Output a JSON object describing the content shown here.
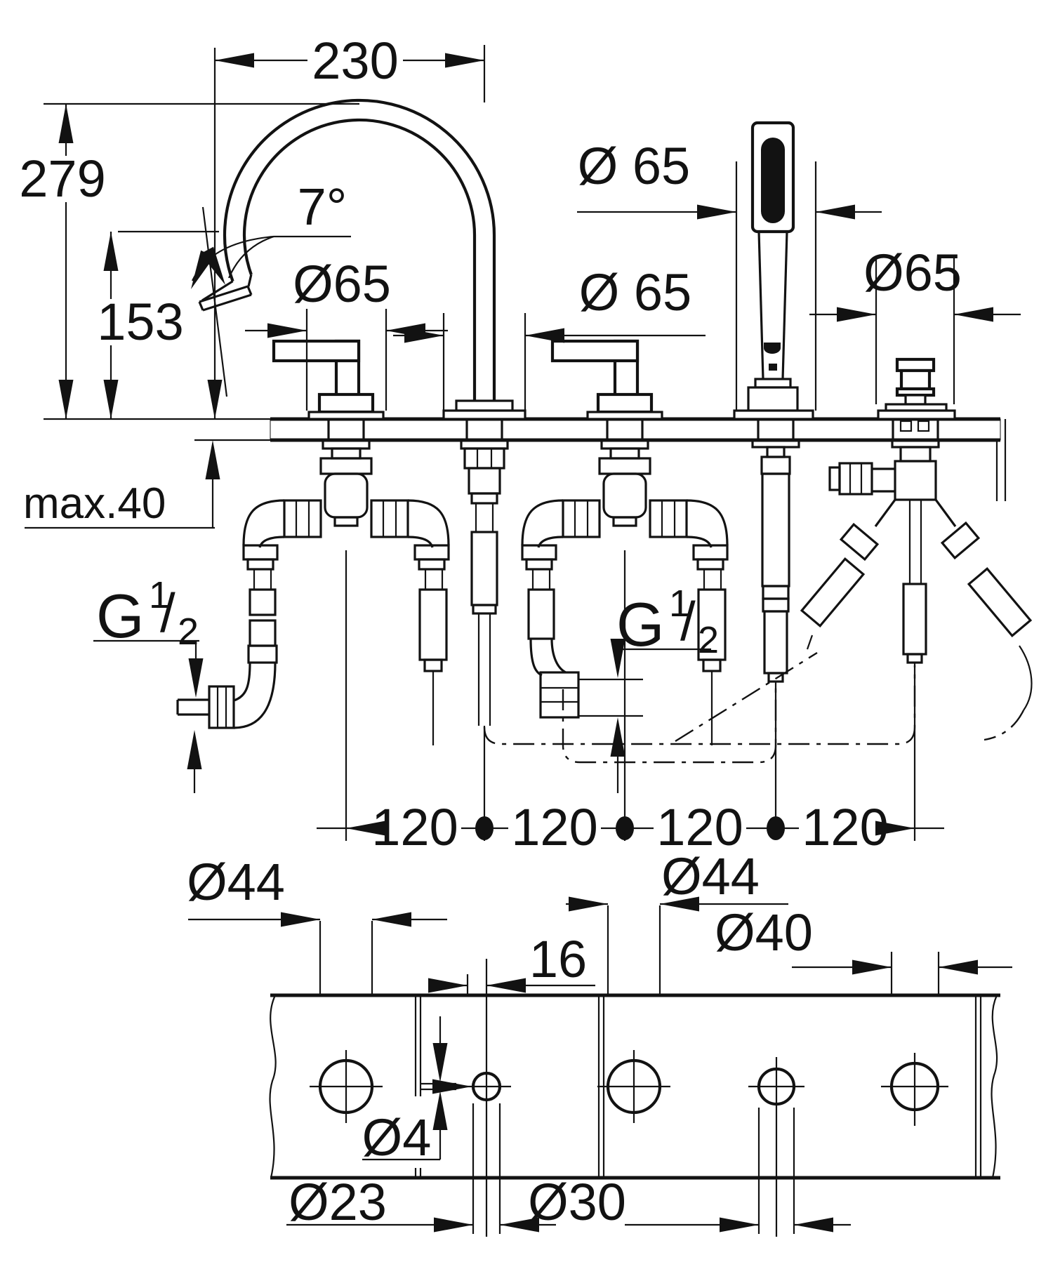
{
  "drawing": {
    "kind": "technical installation drawing",
    "subject": "5-hole deck-mounted bath combination (spout, two lever valves, hand shower, diverter)",
    "units": "mm",
    "ink_color": "#121212",
    "front_view": {
      "dims": {
        "reach": "230",
        "height": "279",
        "spout_outlet_height": "153",
        "spout_angle": "7°",
        "escutcheon_handle_left": "Ø65",
        "escutcheon_spout": "Ø 65",
        "escutcheon_hand_shower": "Ø 65",
        "escutcheon_diverter": "Ø65",
        "deck_max_thickness": "max.40",
        "pitch": [
          "120",
          "120",
          "120",
          "120"
        ],
        "thread_left": {
          "g": "G",
          "num": "1",
          "slash": "/",
          "den": "2"
        },
        "thread_right": {
          "g": "G",
          "num": "1",
          "slash": "/",
          "den": "2"
        }
      }
    },
    "top_view": {
      "dims": {
        "hole1": "Ø44",
        "hole2": "Ø23",
        "hole3": "Ø44",
        "hole4": "Ø30",
        "hole5": "Ø40",
        "pin_offset": "16",
        "pin_hole": "Ø4"
      }
    }
  }
}
